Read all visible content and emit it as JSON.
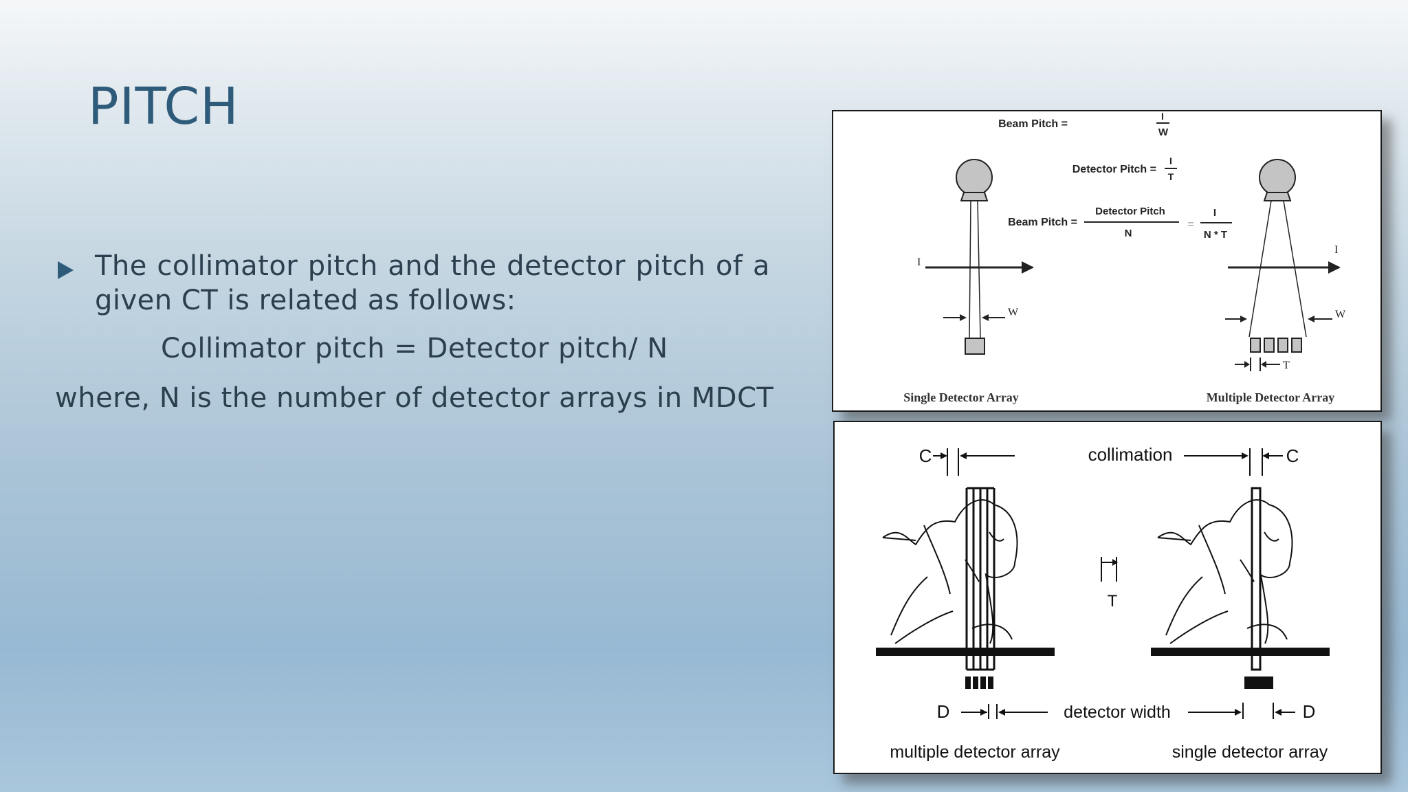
{
  "slide": {
    "title": "PITCH",
    "bullet": "The collimator pitch and the detector pitch of a given CT is related as follows:",
    "equation": "Collimator pitch = Detector pitch/ N",
    "where": "where, N is the number of detector arrays in MDCT"
  },
  "figure_top": {
    "beam_pitch": "Beam Pitch =",
    "detector_pitch": "Detector Pitch =",
    "beam_pitch2": "Beam Pitch =",
    "frac_detector_pitch": "Detector Pitch",
    "frac_N": "N",
    "I": "I",
    "W": "W",
    "T": "T",
    "NT": "N * T",
    "equals": "=",
    "label_I": "I",
    "label_W": "W",
    "label_T": "T",
    "caption_left": "Single Detector Array",
    "caption_right": "Multiple Detector Array"
  },
  "figure_bottom": {
    "C": "C",
    "collimation": "collimation",
    "T": "T",
    "D": "D",
    "detector_width": "detector width",
    "caption_left": "multiple detector array",
    "caption_right": "single detector array"
  }
}
